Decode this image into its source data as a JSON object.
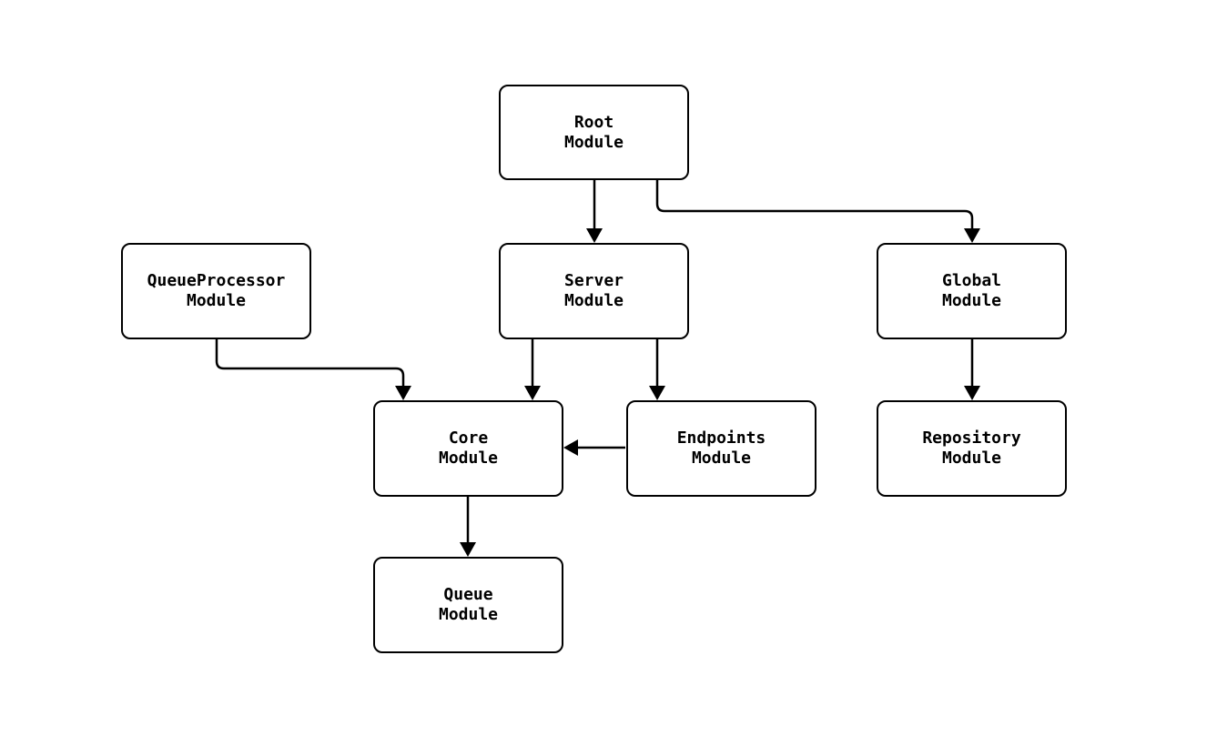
{
  "diagram": {
    "type": "module-dependency-flowchart",
    "background_color": "#ffffff",
    "node_fill_color": "#ffffff",
    "node_border_color": "#000000",
    "edge_color": "#000000",
    "nodes": [
      {
        "id": "root",
        "label": "Root\nModule"
      },
      {
        "id": "queueprocessor",
        "label": "QueueProcessor\nModule"
      },
      {
        "id": "server",
        "label": "Server\nModule"
      },
      {
        "id": "global",
        "label": "Global\nModule"
      },
      {
        "id": "core",
        "label": "Core\nModule"
      },
      {
        "id": "endpoints",
        "label": "Endpoints\nModule"
      },
      {
        "id": "repository",
        "label": "Repository\nModule"
      },
      {
        "id": "queue",
        "label": "Queue\nModule"
      }
    ],
    "edges": [
      {
        "from": "Root Module",
        "to": "Server Module"
      },
      {
        "from": "Root Module",
        "to": "Global Module"
      },
      {
        "from": "QueueProcessor Module",
        "to": "Core Module"
      },
      {
        "from": "Server Module",
        "to": "Core Module"
      },
      {
        "from": "Server Module",
        "to": "Endpoints Module"
      },
      {
        "from": "Global Module",
        "to": "Repository Module"
      },
      {
        "from": "Endpoints Module",
        "to": "Core Module"
      },
      {
        "from": "Core Module",
        "to": "Queue Module"
      }
    ]
  }
}
